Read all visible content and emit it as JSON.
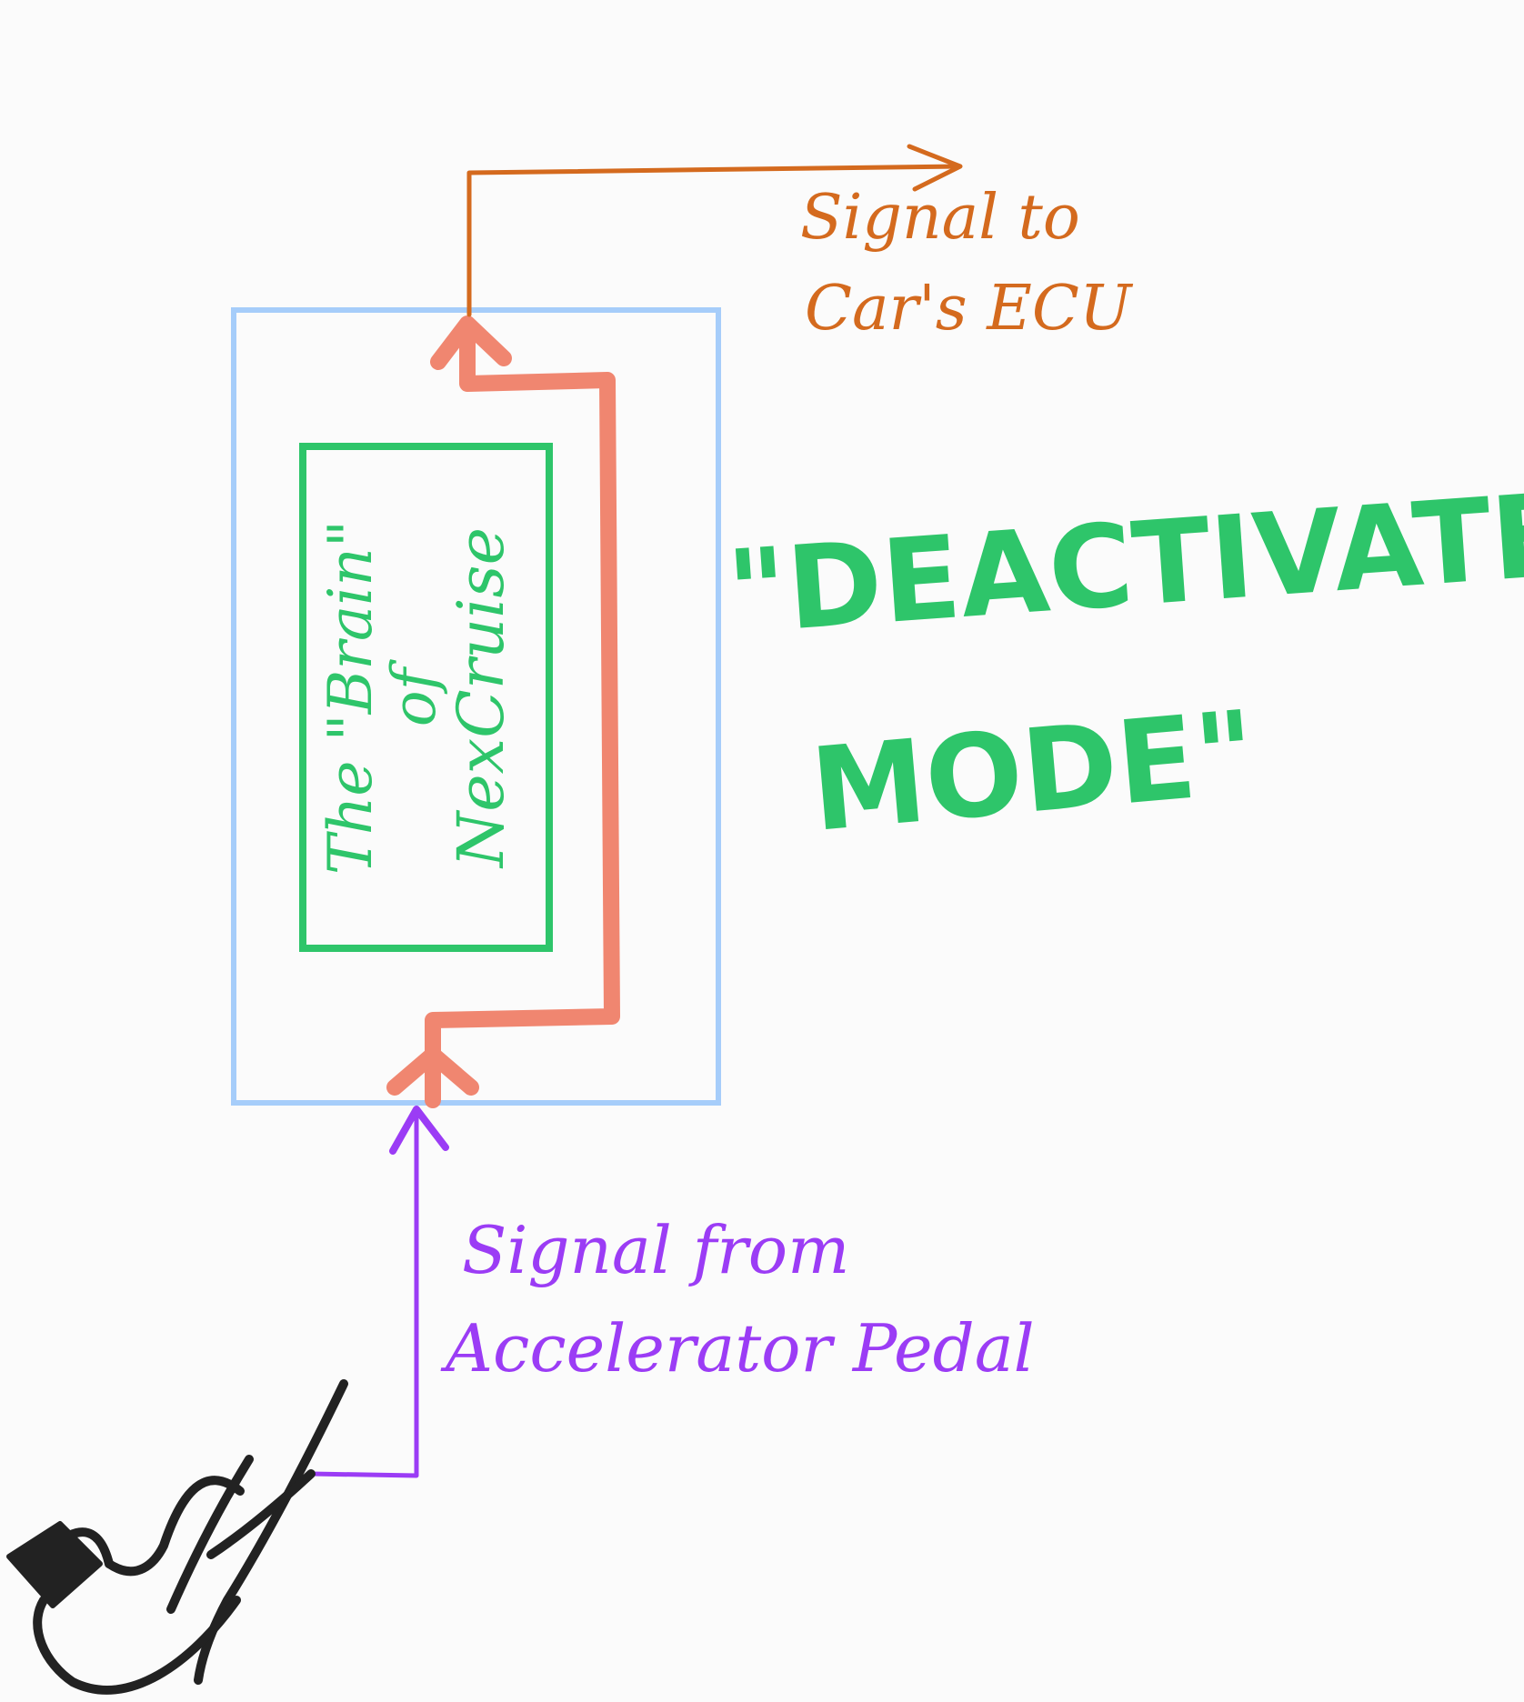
{
  "colors": {
    "background": "#fbfbfb",
    "outer_box": "#a6cdfa",
    "inner_box": "#2ec56a",
    "signal_path": "#f08670",
    "ecu_signal": "#d46a1e",
    "pedal_signal": "#9b3cf5",
    "mode_label": "#2ec56a",
    "pedal": "#222222"
  },
  "brain": {
    "line1": "The \"Brain\"",
    "line2": "of",
    "line3": "NexCruise"
  },
  "ecu_label": {
    "line1": "Signal to",
    "line2": "Car's ECU"
  },
  "pedal_label": {
    "line1": "Signal from",
    "line2": "Accelerator Pedal"
  },
  "mode_label": {
    "line1": "\"DEACTIVATED",
    "line2": "MODE\""
  },
  "icons": {
    "pedal": "accelerator-pedal-icon"
  }
}
